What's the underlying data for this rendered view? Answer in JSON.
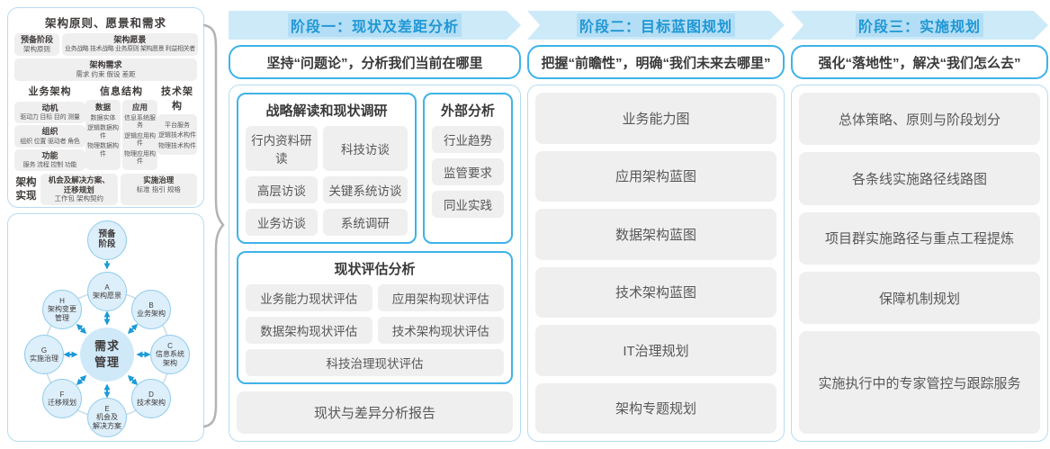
{
  "colors": {
    "band": "#cdeaf9",
    "phase_title": "#1f97d4",
    "blue_border": "#3eb3e8",
    "panel_border": "#b5dcf2",
    "gray_box": "#efefef",
    "arrow_blue": "#1b9bd8"
  },
  "left_top": {
    "title": "架构原则、愿景和需求",
    "prep": {
      "title": "预备阶段",
      "detail": "架构原则"
    },
    "vision": {
      "title": "架构愿景",
      "detail": "业务战略 技术战略 业务原则 架构愿景 利益相关者"
    },
    "req": {
      "title": "架构需求",
      "detail": "需求  约束  假设  差距"
    },
    "biz": {
      "title": "业务架构",
      "boxes": [
        {
          "title": "动机",
          "detail": "驱动力 目标 目的 测量"
        },
        {
          "title": "组织",
          "detail": "组织 位置 驱动者 角色"
        },
        {
          "title": "功能",
          "detail": "服务 流程 控制 功能"
        }
      ]
    },
    "info": {
      "title": "信息结构",
      "cols": [
        {
          "title": "数据",
          "items": [
            "数据实体",
            "逻辑数据构件",
            "物理数据构件"
          ]
        },
        {
          "title": "应用",
          "items": [
            "信息系统服务",
            "逻辑应用构件",
            "物理应用构件"
          ]
        }
      ]
    },
    "tech": {
      "title": "技术架构",
      "items": [
        "平台服务",
        "逻辑技术构件",
        "物理技术构件"
      ]
    },
    "impl": {
      "title": "架构\n实现",
      "boxes": [
        {
          "title": "机会及解决方案、\n迁移规划",
          "detail": "工作包  架构契约"
        },
        {
          "title": "实施治理",
          "detail": "标准  指引  规格"
        }
      ]
    }
  },
  "adm": {
    "top": "预备\n阶段",
    "center": "需求\n管理",
    "nodes": [
      {
        "label": "A\n架构愿景"
      },
      {
        "label": "B\n业务架构"
      },
      {
        "label": "C\n信息系统\n架构"
      },
      {
        "label": "D\n技术架构"
      },
      {
        "label": "E\n机会及\n解决方案"
      },
      {
        "label": "F\n迁移规划"
      },
      {
        "label": "G\n实施治理"
      },
      {
        "label": "H\n架构变更\n管理"
      }
    ]
  },
  "phases": [
    {
      "title": "阶段一：现状及差距分析",
      "subtitle": "坚持“问题论”，分析我们当前在哪里",
      "groups": [
        {
          "title": "战略解读和现状调研",
          "items": [
            "行内资料研读",
            "科技访谈",
            "高层访谈",
            "关键系统访谈",
            "业务访谈",
            "系统调研"
          ]
        },
        {
          "title": "外部分析",
          "items": [
            "行业趋势",
            "监管要求",
            "同业实践"
          ]
        },
        {
          "title": "现状评估分析",
          "items": [
            "业务能力现状评估",
            "应用架构现状评估",
            "数据架构现状评估",
            "技术架构现状评估",
            "科技治理现状评估"
          ]
        }
      ],
      "report": "现状与差异分析报告"
    },
    {
      "title": "阶段二：目标蓝图规划",
      "subtitle": "把握“前瞻性”，明确“我们未来去哪里”",
      "items": [
        "业务能力图",
        "应用架构蓝图",
        "数据架构蓝图",
        "技术架构蓝图",
        "IT治理规划",
        "架构专题规划"
      ]
    },
    {
      "title": "阶段三：实施规划",
      "subtitle": "强化“落地性”，解决“我们怎么去”",
      "items": [
        "总体策略、原则与阶段划分",
        "各条线实施路径线路图",
        "项目群实施路径与重点工程提炼",
        "保障机制规划",
        "实施执行中的专家管控与跟踪服务"
      ]
    }
  ]
}
